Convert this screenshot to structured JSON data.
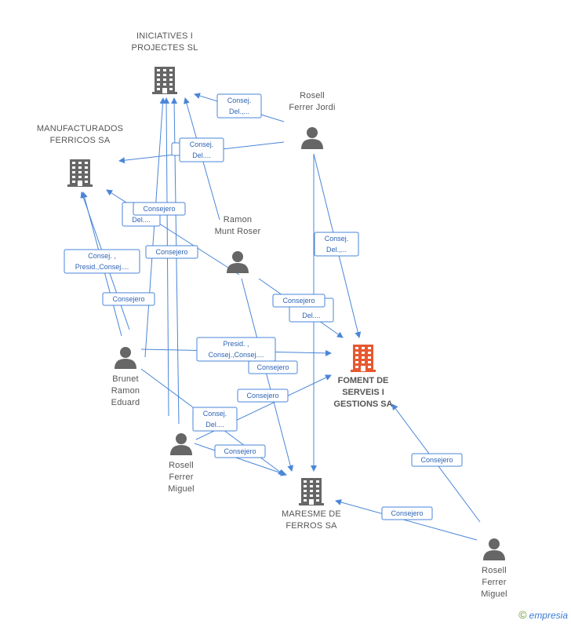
{
  "colors": {
    "edge": "#4a86d8",
    "edge_text": "#2e64b5",
    "node_gray": "#666666",
    "node_main": "#e8582f"
  },
  "nodes": [
    {
      "id": "iniciatives",
      "type": "company",
      "lines": [
        "INICIATIVES I",
        "PROJECTES SL"
      ],
      "main": false
    },
    {
      "id": "manufacturados",
      "type": "company",
      "lines": [
        "MANUFACTURADOS",
        "FERRICOS SA"
      ],
      "main": false
    },
    {
      "id": "foment",
      "type": "company",
      "lines": [
        "FOMENT DE",
        "SERVEIS I",
        "GESTIONS SA"
      ],
      "main": true
    },
    {
      "id": "maresme",
      "type": "company",
      "lines": [
        "MARESME DE",
        "FERROS SA"
      ],
      "main": false
    },
    {
      "id": "rosell_jordi",
      "type": "person",
      "lines": [
        "Rosell",
        "Ferrer Jordi"
      ],
      "main": false
    },
    {
      "id": "ramon_munt",
      "type": "person",
      "lines": [
        "Ramon",
        "Munt Roser"
      ],
      "main": false
    },
    {
      "id": "brunet",
      "type": "person",
      "lines": [
        "Brunet",
        "Ramon",
        "Eduard"
      ],
      "main": false
    },
    {
      "id": "rosell_miguel_1",
      "type": "person",
      "lines": [
        "Rosell",
        "Ferrer",
        "Miguel"
      ],
      "main": false
    },
    {
      "id": "rosell_miguel_2",
      "type": "person",
      "lines": [
        "Rosell",
        "Ferrer",
        "Miguel"
      ],
      "main": false
    }
  ],
  "edge_labels": [
    {
      "id": "l1",
      "lines": [
        "Consej.",
        "Del.,..."
      ]
    },
    {
      "id": "l2",
      "lines": [
        "C"
      ]
    },
    {
      "id": "l3",
      "lines": [
        "Consej.",
        "Del...."
      ]
    },
    {
      "id": "l4",
      "lines": [
        "C",
        "Del...."
      ]
    },
    {
      "id": "l5",
      "lines": [
        "Consejero"
      ]
    },
    {
      "id": "l6",
      "lines": [
        "Consejero"
      ]
    },
    {
      "id": "l7",
      "lines": [
        "Consej. ,",
        "Presid.,Consej...."
      ]
    },
    {
      "id": "l8",
      "lines": [
        "Consejero"
      ]
    },
    {
      "id": "l9",
      "lines": [
        "Consej.",
        "Del.,..."
      ]
    },
    {
      "id": "l10",
      "lines": [
        "",
        "Del...."
      ]
    },
    {
      "id": "l11",
      "lines": [
        "Consejero"
      ]
    },
    {
      "id": "l12",
      "lines": [
        "Presid. ,",
        "Consej.,Consej...."
      ]
    },
    {
      "id": "l13",
      "lines": [
        "Consejero"
      ]
    },
    {
      "id": "l14",
      "lines": [
        "Consejero"
      ]
    },
    {
      "id": "l15",
      "lines": [
        "Consej.",
        "Del...."
      ]
    },
    {
      "id": "l16",
      "lines": [
        "Consejero"
      ]
    },
    {
      "id": "l17",
      "lines": [
        "Consejero"
      ]
    },
    {
      "id": "l18",
      "lines": [
        "Consejero"
      ]
    }
  ],
  "footer": {
    "copyright": "©",
    "brand_initial": "e",
    "brand_rest": "mpresia"
  }
}
